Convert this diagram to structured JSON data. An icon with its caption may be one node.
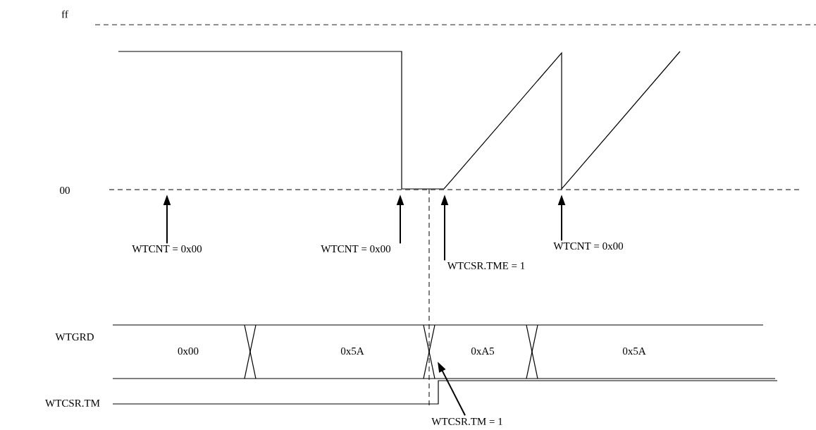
{
  "diagram": {
    "nodes": [
      {
        "text": [
          "WTCNT = 0x00"
        ]
      },
      {
        "text": [
          "WTCNT = 0x00"
        ]
      },
      {
        "text": [
          "WTCSR.TME = 1"
        ]
      },
      {
        "text": [
          "WTCNT = 0x00"
        ]
      },
      {
        "text": [
          "WTCSR.TM = 1"
        ]
      }
    ],
    "edges": [
      {
        "from": 0,
        "to": null,
        "arrow": "to"
      },
      {
        "from": 1,
        "to": null,
        "arrow": "to"
      },
      {
        "from": 2,
        "to": null,
        "arrow": "to"
      },
      {
        "from": 3,
        "to": null,
        "arrow": "to"
      },
      {
        "from": 4,
        "to": null,
        "arrow": "to"
      }
    ],
    "labels": [
      "ff",
      "00",
      "WTGRD",
      "0x00",
      "0x5A",
      "0xA5",
      "0x5A",
      "WTCSR.TM"
    ]
  }
}
